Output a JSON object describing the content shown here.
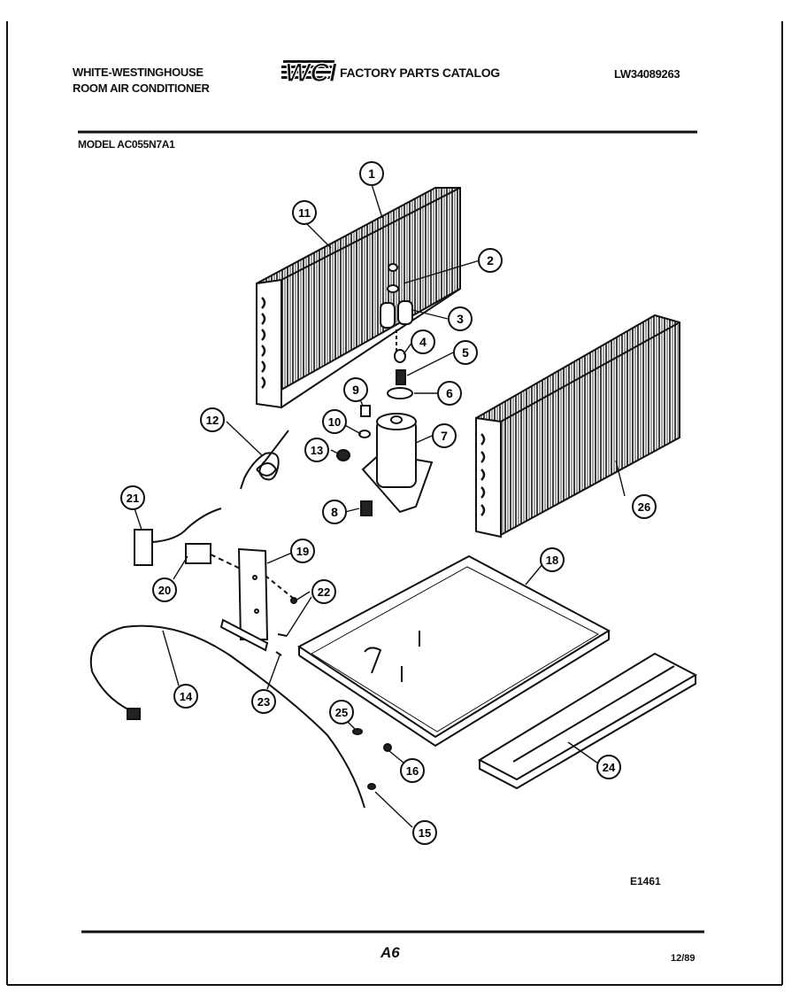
{
  "header": {
    "brand_line1": "WHITE-WESTINGHOUSE",
    "brand_line2": "ROOM AIR CONDITIONER",
    "logo_text": "WCI",
    "catalog_title": "FACTORY PARTS CATALOG",
    "catalog_number": "LW34089263",
    "model": "MODEL AC055N7A1"
  },
  "callouts": [
    "1",
    "2",
    "3",
    "4",
    "5",
    "6",
    "7",
    "8",
    "9",
    "10",
    "11",
    "12",
    "13",
    "14",
    "15",
    "16",
    "18",
    "19",
    "20",
    "21",
    "22",
    "23",
    "24",
    "25",
    "26"
  ],
  "footer": {
    "figure_code": "E1461",
    "page": "A6",
    "date": "12/89"
  }
}
